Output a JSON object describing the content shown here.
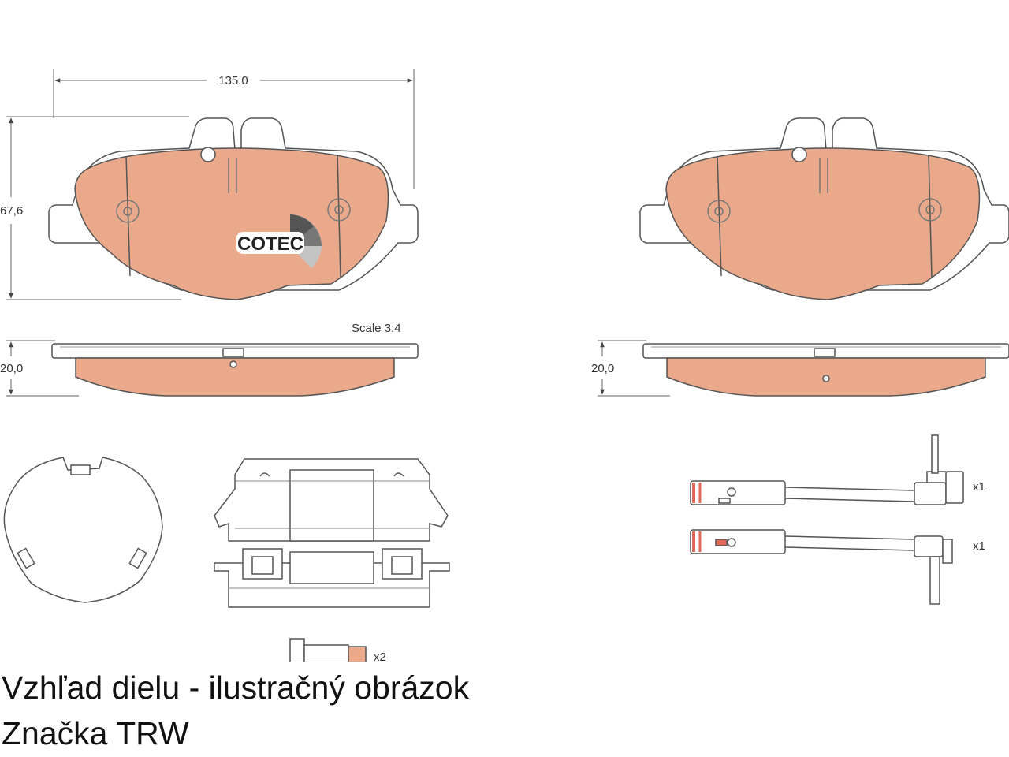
{
  "drawing": {
    "dim_width": "135,0",
    "dim_height": "67,6",
    "dim_thickness_left": "20,0",
    "dim_thickness_right": "20,0",
    "scale": "Scale 3:4",
    "logo": "COTEC",
    "qty_sensor_top": "x1",
    "qty_sensor_bottom": "x1",
    "qty_bolt": "x2"
  },
  "caption": {
    "line1": "Vzhľad dielu - ilustračný obrázok",
    "line2": "Značka TRW"
  },
  "colors": {
    "pad_fill": "#e9a98a",
    "outline": "#555555",
    "background": "#ffffff"
  }
}
